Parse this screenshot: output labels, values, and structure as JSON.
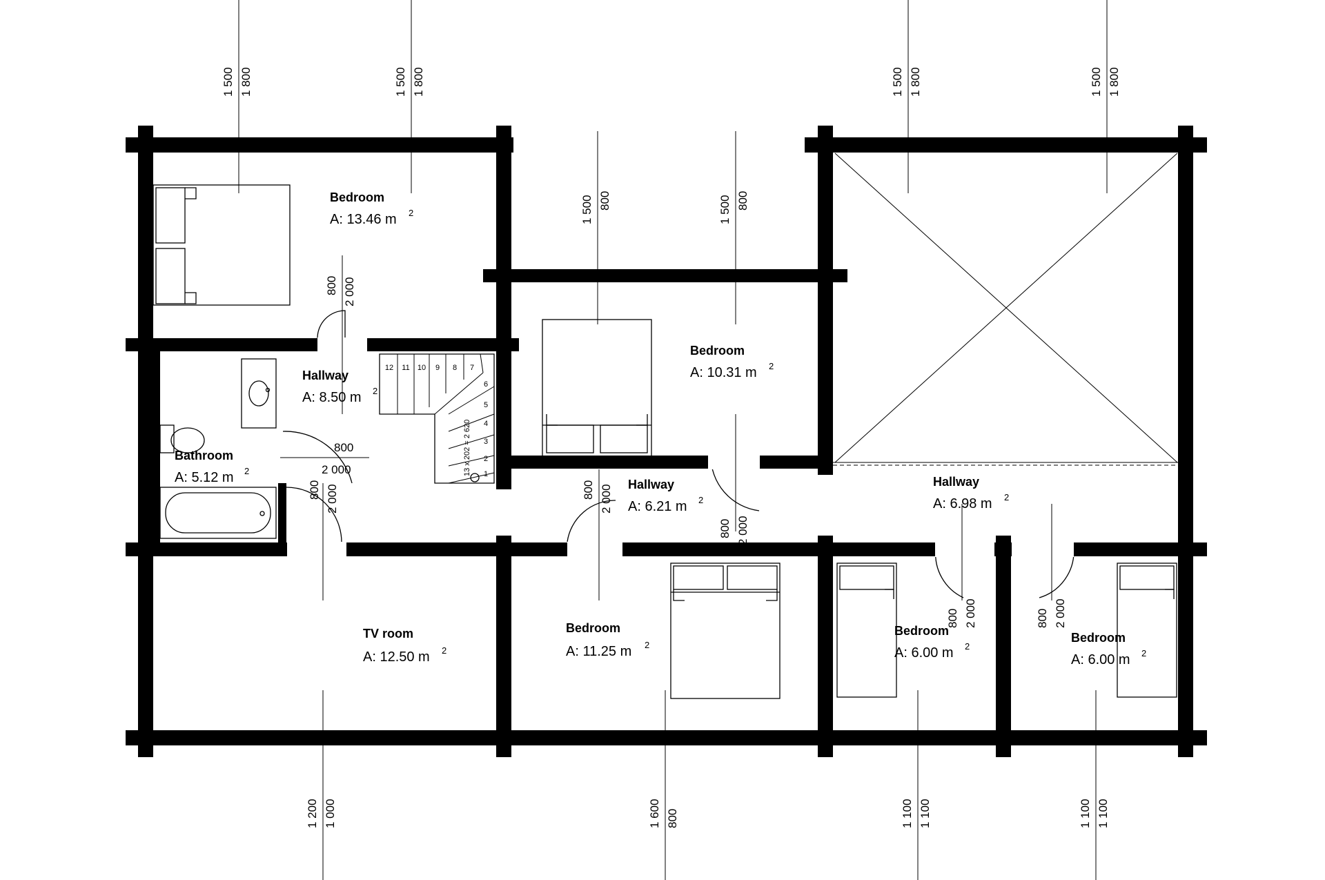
{
  "rooms": {
    "bedroom_top_left": {
      "name": "Bedroom",
      "area": "A: 13.46 m",
      "unit_sup": "2"
    },
    "hallway_left": {
      "name": "Hallway",
      "area": "A: 8.50 m",
      "unit_sup": "2"
    },
    "bathroom": {
      "name": "Bathroom",
      "area": "A: 5.12 m",
      "unit_sup": "2"
    },
    "bedroom_center": {
      "name": "Bedroom",
      "area": "A: 10.31 m",
      "unit_sup": "2"
    },
    "hallway_center": {
      "name": "Hallway",
      "area": "A: 6.21 m",
      "unit_sup": "2"
    },
    "hallway_right": {
      "name": "Hallway",
      "area": "A: 6.98 m",
      "unit_sup": "2"
    },
    "tv_room": {
      "name": "TV room",
      "area": "A: 12.50 m",
      "unit_sup": "2"
    },
    "bedroom_bottom_mid": {
      "name": "Bedroom",
      "area": "A: 11.25 m",
      "unit_sup": "2"
    },
    "bedroom_small_1": {
      "name": "Bedroom",
      "area": "A: 6.00 m",
      "unit_sup": "2"
    },
    "bedroom_small_2": {
      "name": "Bedroom",
      "area": "A: 6.00 m",
      "unit_sup": "2"
    }
  },
  "dimensions": {
    "top_window_1": {
      "a": "1 500",
      "b": "1 800"
    },
    "top_window_2": {
      "a": "1 500",
      "b": "1 800"
    },
    "top_window_3": {
      "a": "1 500",
      "b": "1 800"
    },
    "top_window_4": {
      "a": "1 500",
      "b": "1 800"
    },
    "inner_window_1": {
      "a": "1 500",
      "b": "800"
    },
    "inner_window_2": {
      "a": "1 500",
      "b": "800"
    },
    "door_hall_top": {
      "a": "800",
      "b": "2 000"
    },
    "door_bath_h": {
      "a": "800",
      "b": "2 000"
    },
    "door_bath_v": {
      "a": "800",
      "b": "2 000"
    },
    "door_bed_bot": {
      "a": "800",
      "b": "2 000"
    },
    "door_bed_ctr": {
      "a": "800",
      "b": "2 000"
    },
    "door_small_1": {
      "a": "800",
      "b": "2 000"
    },
    "door_small_2": {
      "a": "800",
      "b": "2 000"
    },
    "bot_window_1": {
      "a": "1 200",
      "b": "1 000"
    },
    "bot_window_2": {
      "a": "1 600",
      "b": "800"
    },
    "bot_window_3": {
      "a": "1 100",
      "b": "1 100"
    },
    "bot_window_4": {
      "a": "1 100",
      "b": "1 100"
    }
  },
  "stairs": {
    "formula": "13 x 202 = 2 620",
    "steps": [
      "1",
      "2",
      "3",
      "4",
      "5",
      "6",
      "7",
      "8",
      "9",
      "10",
      "11",
      "12"
    ]
  }
}
